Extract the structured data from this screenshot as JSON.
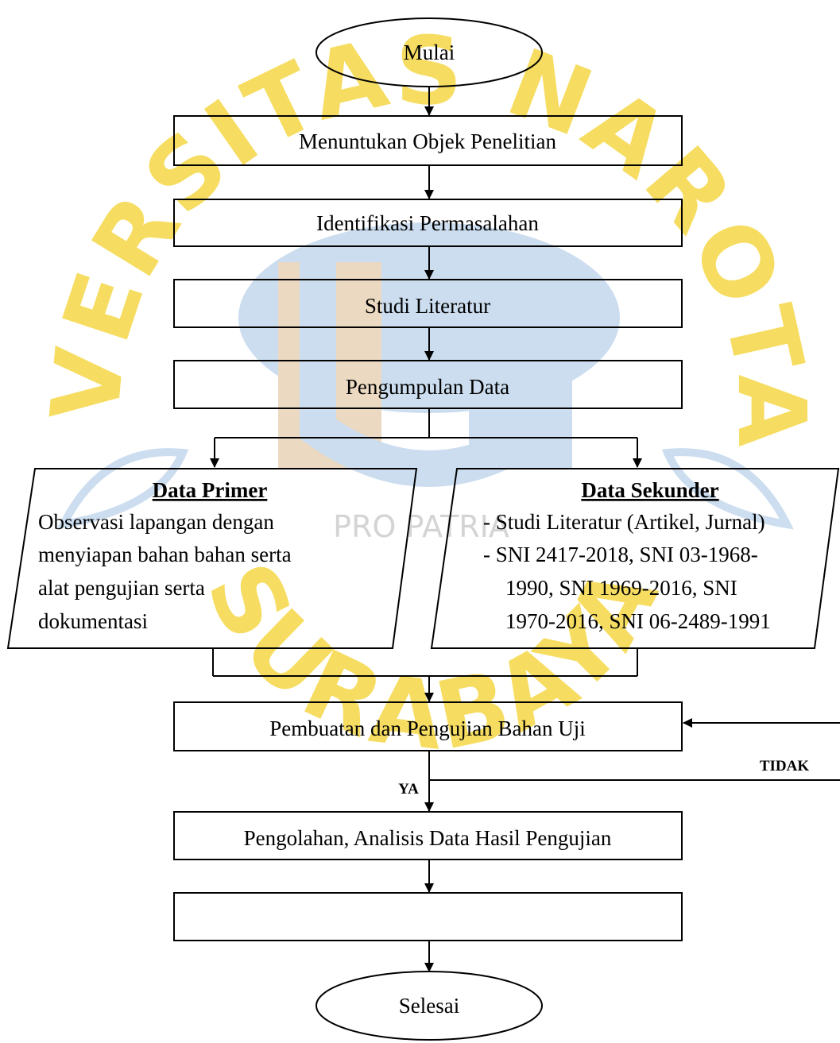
{
  "watermark": {
    "arc_text_top": "UNIVERSITAS NAROTAMA",
    "arc_text_bottom": "SURABAYA",
    "motto": "PRO PATRIA",
    "colors": {
      "yellow": "#f6dc5a",
      "blue": "#c9dcef",
      "gray": "#d2d2d2",
      "tan": "#ead8bf"
    }
  },
  "flow": {
    "start": "Mulai",
    "step1": "Menuntukan Objek Penelitian",
    "step2": "Identifikasi Permasalahan",
    "step3": "Studi Literatur",
    "step4": "Pengumpulan Data",
    "primary": {
      "heading": "Data Primer",
      "lines": [
        "Observasi lapangan dengan",
        "menyiapan bahan bahan serta",
        "alat pengujian serta",
        "dokumentasi"
      ]
    },
    "secondary": {
      "heading": "Data Sekunder",
      "lines": [
        "- Studi Literatur (Artikel, Jurnal)",
        "- SNI 2417-2018, SNI 03-1968-",
        "1990, SNI 1969-2016, SNI",
        "1970-2016, SNI 06-2489-1991"
      ]
    },
    "step5": "Pembuatan dan Pengujian Bahan Uji",
    "yes_label": "YA",
    "no_label": "TIDAK",
    "step6": "Pengolahan, Analisis Data Hasil Pengujian",
    "step7": "",
    "end": "Selesai"
  }
}
